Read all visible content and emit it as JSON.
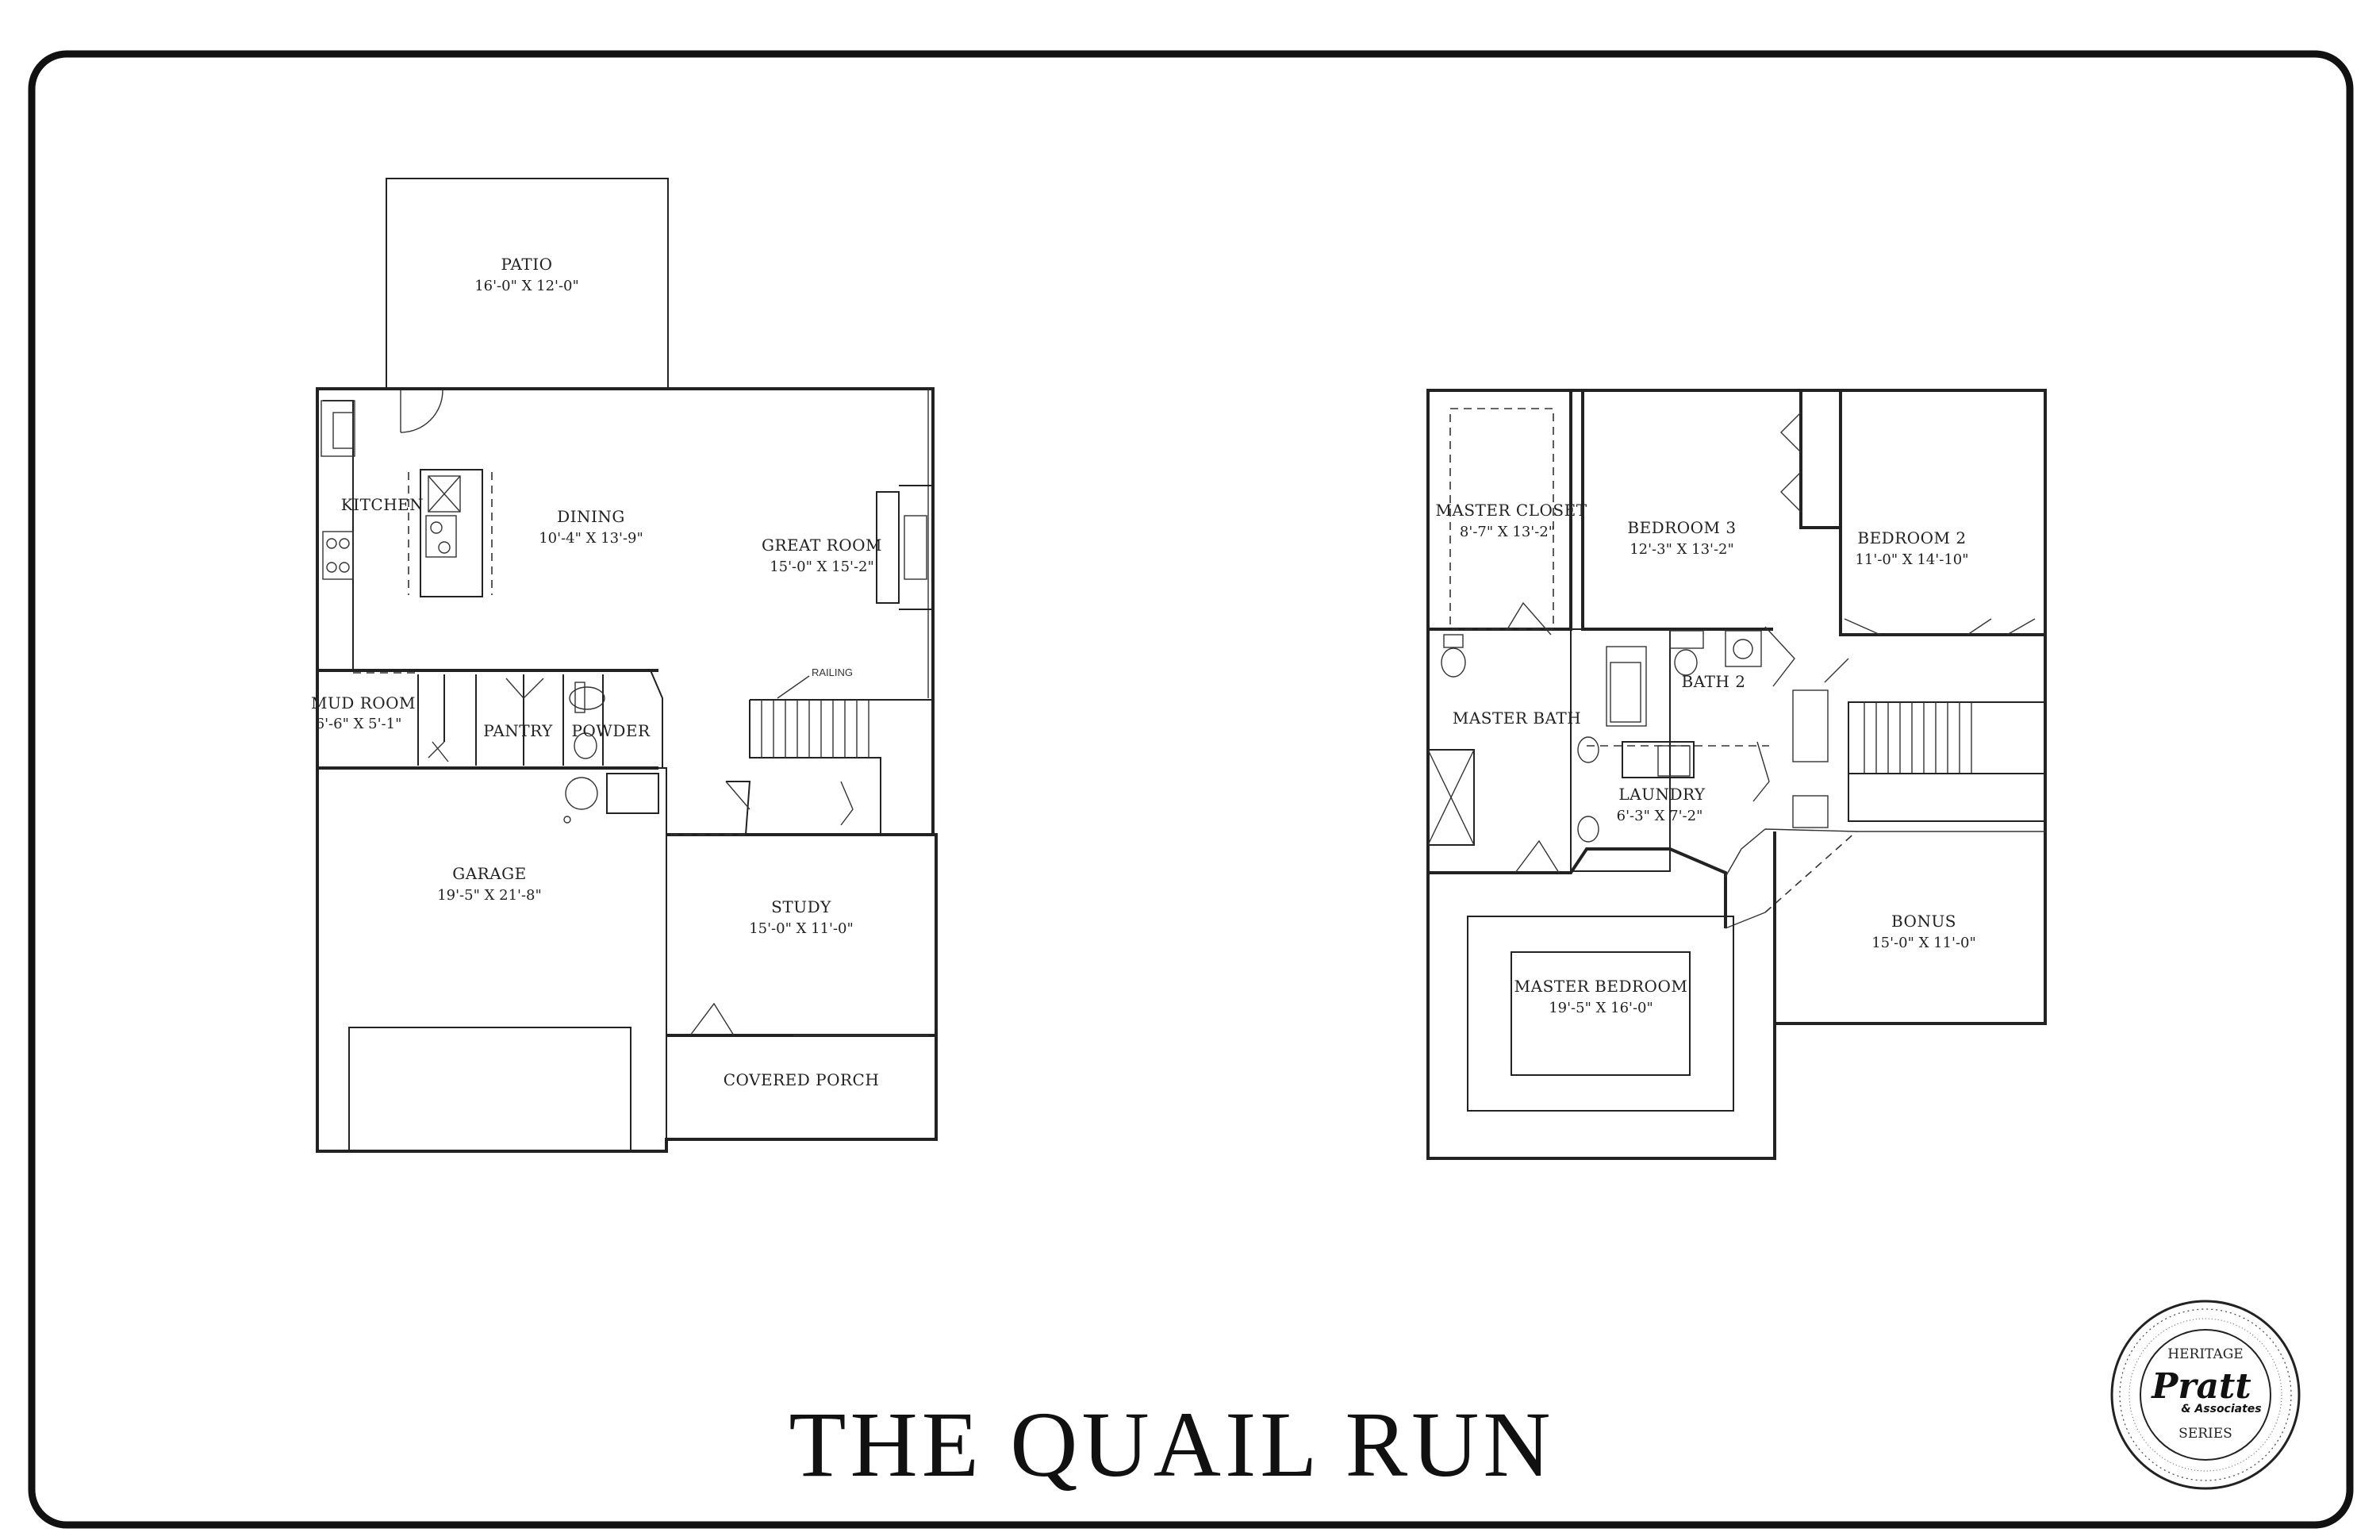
{
  "title": "THE QUAIL RUN",
  "first_floor": {
    "patio": {
      "name": "PATIO",
      "dims": "16'-0\" X 12'-0\""
    },
    "kitchen": {
      "name": "KITCHEN"
    },
    "dining": {
      "name": "DINING",
      "dims": "10'-4\" X 13'-9\""
    },
    "great_room": {
      "name": "GREAT ROOM",
      "dims": "15'-0\" X 15'-2\""
    },
    "railing": "RAILING",
    "mud_room": {
      "name": "MUD ROOM",
      "dims": "6'-6\" X 5'-1\""
    },
    "pantry": {
      "name": "PANTRY"
    },
    "powder": {
      "name": "POWDER"
    },
    "garage": {
      "name": "GARAGE",
      "dims": "19'-5\" X 21'-8\""
    },
    "study": {
      "name": "STUDY",
      "dims": "15'-0\" X 11'-0\""
    },
    "covered_porch": {
      "name": "COVERED PORCH"
    }
  },
  "second_floor": {
    "master_closet": {
      "name": "MASTER CLOSET",
      "dims": "8'-7\" X 13'-2\""
    },
    "bedroom_3": {
      "name": "BEDROOM 3",
      "dims": "12'-3\" X 13'-2\""
    },
    "bedroom_2": {
      "name": "BEDROOM 2",
      "dims": "11'-0\" X 14'-10\""
    },
    "master_bath": {
      "name": "MASTER BATH"
    },
    "bath_2": {
      "name": "BATH 2"
    },
    "laundry": {
      "name": "LAUNDRY",
      "dims": "6'-3\" X 7'-2\""
    },
    "master_bedroom": {
      "name": "MASTER BEDROOM",
      "dims": "19'-5\" X 16'-0\""
    },
    "bonus": {
      "name": "BONUS",
      "dims": "15'-0\" X 11'-0\""
    }
  },
  "seal": {
    "top": "HERITAGE",
    "brand": "Pratt",
    "sub": "& Associates",
    "bottom": "SERIES"
  },
  "colors": {
    "ink": "#222222",
    "paper": "#ffffff"
  }
}
